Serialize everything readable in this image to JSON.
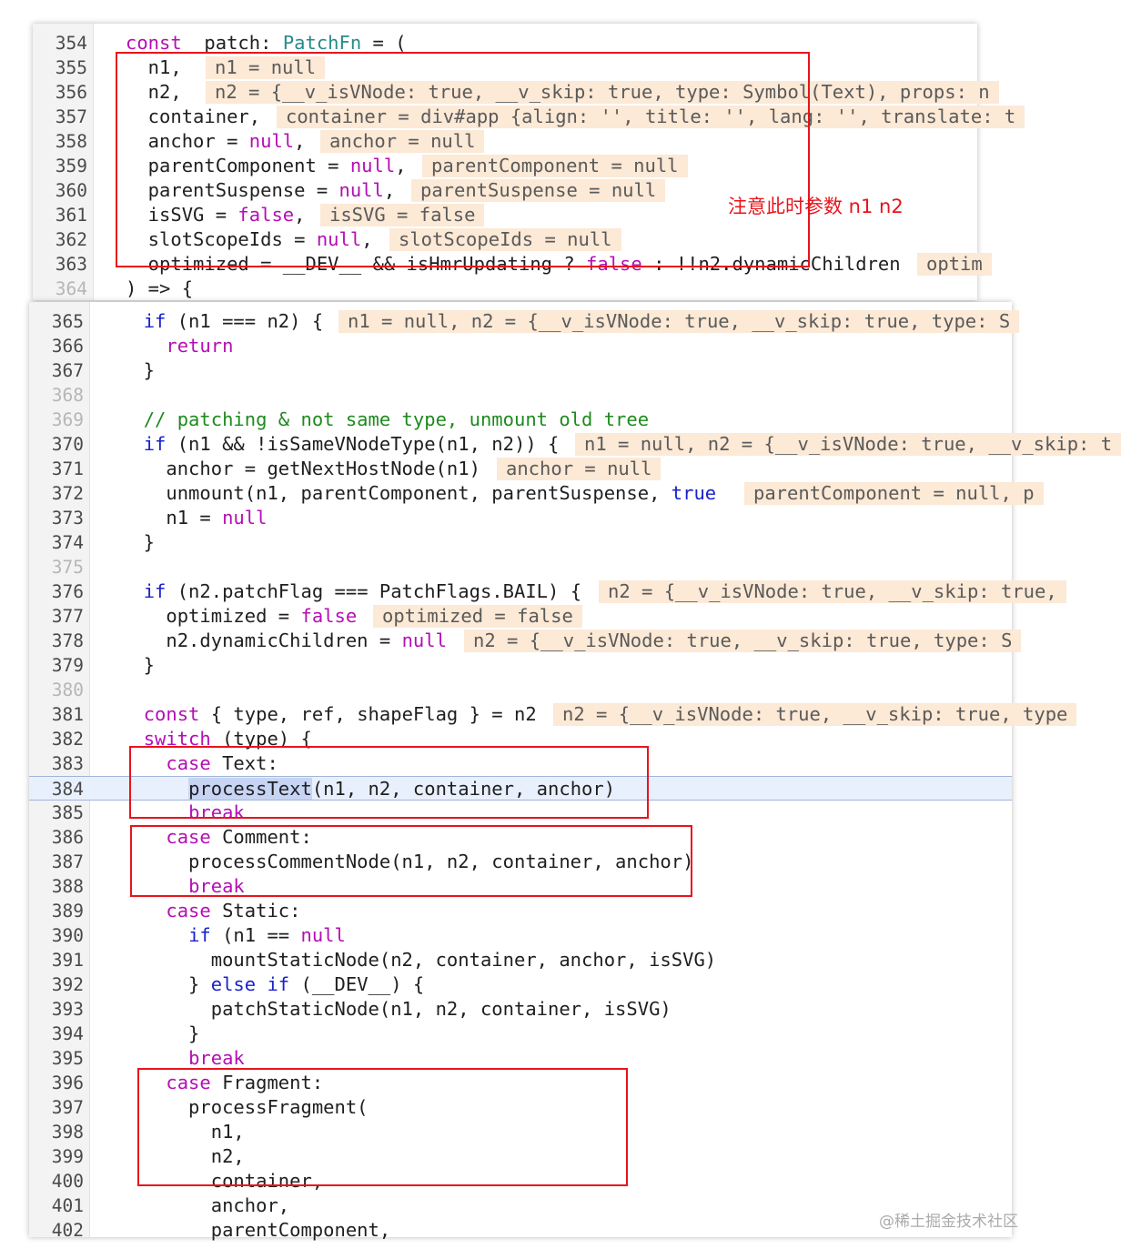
{
  "top_lines": [
    {
      "num": "354",
      "segs": [
        [
          "kw",
          "const"
        ],
        [
          "",
          "  patch: "
        ],
        [
          "ty",
          "PatchFn"
        ],
        [
          "",
          " = ("
        ]
      ]
    },
    {
      "num": "355",
      "segs": [
        [
          "",
          "  n1,"
        ]
      ],
      "hint": "n1 = null",
      "hx": 190
    },
    {
      "num": "356",
      "segs": [
        [
          "",
          "  n2,"
        ]
      ],
      "hint": "n2 = {__v_isVNode: true, __v_skip: true, type: Symbol(Text), props: n",
      "hx": 190
    },
    {
      "num": "357",
      "segs": [
        [
          "",
          "  container,"
        ]
      ],
      "hint": "container = div#app {align: '', title: '', lang: '', translate: t",
      "hx": 268
    },
    {
      "num": "358",
      "segs": [
        [
          "",
          "  anchor = "
        ],
        [
          "kw",
          "null"
        ],
        [
          "",
          ","
        ]
      ],
      "hint": "anchor = null",
      "hx": 316
    },
    {
      "num": "359",
      "segs": [
        [
          "",
          "  parentComponent = "
        ],
        [
          "kw",
          "null"
        ],
        [
          "",
          ","
        ]
      ],
      "hint": "parentComponent = null",
      "hx": 428
    },
    {
      "num": "360",
      "segs": [
        [
          "",
          "  parentSuspense = "
        ],
        [
          "kw",
          "null"
        ],
        [
          "",
          ","
        ]
      ],
      "hint": "parentSuspense = null",
      "hx": 416
    },
    {
      "num": "361",
      "segs": [
        [
          "",
          "  isSVG = "
        ],
        [
          "kw",
          "false"
        ],
        [
          "",
          ","
        ]
      ],
      "hint": "isSVG = false",
      "hx": 316
    },
    {
      "num": "362",
      "segs": [
        [
          "",
          "  slotScopeIds = "
        ],
        [
          "kw",
          "null"
        ],
        [
          "",
          ","
        ]
      ],
      "hint": "slotScopeIds = null",
      "hx": 392
    },
    {
      "num": "363",
      "segs": [
        [
          "",
          "  optimized = __DEV__ && isHmrUpdating ? "
        ],
        [
          "kw",
          "false"
        ],
        [
          "",
          " : !!n2.dynamicChildren"
        ]
      ],
      "hint": "optim",
      "hx": 972
    },
    {
      "num": "364",
      "dim": true,
      "segs": [
        [
          "",
          ") => {"
        ]
      ]
    }
  ],
  "bottom_lines": [
    {
      "num": "365",
      "segs": [
        [
          "",
          "  "
        ],
        [
          "kw2",
          "if"
        ],
        [
          "",
          " (n1 === n2) {"
        ]
      ],
      "hint": "n1 = null, n2 = {__v_isVNode: true, __v_skip: true, type: S",
      "hx": 340
    },
    {
      "num": "366",
      "segs": [
        [
          "",
          "    "
        ],
        [
          "kw",
          "return"
        ]
      ]
    },
    {
      "num": "367",
      "segs": [
        [
          "",
          "  }"
        ]
      ]
    },
    {
      "num": "368",
      "dim": true,
      "segs": []
    },
    {
      "num": "369",
      "dim": true,
      "segs": [
        [
          "",
          "  "
        ],
        [
          "cm",
          "// patching & not same type, unmount old tree"
        ]
      ]
    },
    {
      "num": "370",
      "segs": [
        [
          "",
          "  "
        ],
        [
          "kw2",
          "if"
        ],
        [
          "",
          " (n1 && !isSameVNodeType(n1, n2)) {"
        ]
      ],
      "hint": "n1 = null, n2 = {__v_isVNode: true, __v_skip: t",
      "hx": 600
    },
    {
      "num": "371",
      "segs": [
        [
          "",
          "    anchor = getNextHostNode(n1)"
        ]
      ],
      "hint": "anchor = null",
      "hx": 514
    },
    {
      "num": "372",
      "segs": [
        [
          "",
          "    unmount(n1, parentComponent, parentSuspense, "
        ],
        [
          "kw2",
          "true"
        ],
        [
          ")"
        ]
      ],
      "hint": "parentComponent = null, p",
      "hx": 786
    },
    {
      "num": "373",
      "segs": [
        [
          "",
          "    n1 = "
        ],
        [
          "kw",
          "null"
        ]
      ]
    },
    {
      "num": "374",
      "segs": [
        [
          "",
          "  }"
        ]
      ]
    },
    {
      "num": "375",
      "dim": true,
      "segs": []
    },
    {
      "num": "376",
      "segs": [
        [
          "",
          "  "
        ],
        [
          "kw2",
          "if"
        ],
        [
          "",
          " (n2.patchFlag === PatchFlags.BAIL) {"
        ]
      ],
      "hint": "n2 = {__v_isVNode: true, __v_skip: true,",
      "hx": 626
    },
    {
      "num": "377",
      "segs": [
        [
          "",
          "    optimized = "
        ],
        [
          "kw",
          "false"
        ]
      ],
      "hint": "optimized = false",
      "hx": 378
    },
    {
      "num": "378",
      "segs": [
        [
          "",
          "    n2.dynamicChildren = "
        ],
        [
          "kw",
          "null"
        ]
      ],
      "hint": "n2 = {__v_isVNode: true, __v_skip: true, type: S",
      "hx": 478
    },
    {
      "num": "379",
      "segs": [
        [
          "",
          "  }"
        ]
      ]
    },
    {
      "num": "380",
      "dim": true,
      "segs": []
    },
    {
      "num": "381",
      "segs": [
        [
          "",
          "  "
        ],
        [
          "kw",
          "const"
        ],
        [
          "",
          " { type, ref, shapeFlag } = n2"
        ]
      ],
      "hint": "n2 = {__v_isVNode: true, __v_skip: true, type",
      "hx": 576
    },
    {
      "num": "382",
      "segs": [
        [
          "",
          "  "
        ],
        [
          "kw",
          "switch"
        ],
        [
          "",
          " (type) {"
        ]
      ]
    },
    {
      "num": "383",
      "segs": [
        [
          "",
          "    "
        ],
        [
          "kw",
          "case"
        ],
        [
          "",
          " Text:"
        ]
      ]
    },
    {
      "num": "384",
      "hl": true,
      "segs": [
        [
          "",
          "      "
        ],
        [
          "sel",
          "processText"
        ],
        [
          "",
          "(n1, n2, container, anchor)"
        ]
      ]
    },
    {
      "num": "385",
      "segs": [
        [
          "",
          "      "
        ],
        [
          "kw",
          "break"
        ]
      ]
    },
    {
      "num": "386",
      "segs": [
        [
          "",
          "    "
        ],
        [
          "kw",
          "case"
        ],
        [
          "",
          " Comment:"
        ]
      ]
    },
    {
      "num": "387",
      "segs": [
        [
          "",
          "      processCommentNode(n1, n2, container, anchor)"
        ]
      ]
    },
    {
      "num": "388",
      "segs": [
        [
          "",
          "      "
        ],
        [
          "kw",
          "break"
        ]
      ]
    },
    {
      "num": "389",
      "segs": [
        [
          "",
          "    "
        ],
        [
          "kw",
          "case"
        ],
        [
          "",
          " Static:"
        ]
      ]
    },
    {
      "num": "390",
      "segs": [
        [
          "",
          "      "
        ],
        [
          "kw2",
          "if"
        ],
        [
          "",
          " (n1 == "
        ],
        [
          "kw",
          "null"
        ],
        [
          ") {"
        ]
      ]
    },
    {
      "num": "391",
      "segs": [
        [
          "",
          "        mountStaticNode(n2, container, anchor, isSVG)"
        ]
      ]
    },
    {
      "num": "392",
      "segs": [
        [
          "",
          "      } "
        ],
        [
          "kw2",
          "else if"
        ],
        [
          "",
          " (__DEV__) {"
        ]
      ]
    },
    {
      "num": "393",
      "segs": [
        [
          "",
          "        patchStaticNode(n1, n2, container, isSVG)"
        ]
      ]
    },
    {
      "num": "394",
      "segs": [
        [
          "",
          "      }"
        ]
      ]
    },
    {
      "num": "395",
      "segs": [
        [
          "",
          "      "
        ],
        [
          "kw",
          "break"
        ]
      ]
    },
    {
      "num": "396",
      "segs": [
        [
          "",
          "    "
        ],
        [
          "kw",
          "case"
        ],
        [
          "",
          " Fragment:"
        ]
      ]
    },
    {
      "num": "397",
      "segs": [
        [
          "",
          "      processFragment("
        ]
      ]
    },
    {
      "num": "398",
      "segs": [
        [
          "",
          "        n1,"
        ]
      ]
    },
    {
      "num": "399",
      "segs": [
        [
          "",
          "        n2,"
        ]
      ]
    },
    {
      "num": "400",
      "segs": [
        [
          "",
          "        container,"
        ]
      ]
    },
    {
      "num": "401",
      "segs": [
        [
          "",
          "        anchor,"
        ]
      ]
    },
    {
      "num": "402",
      "segs": [
        [
          "",
          "        parentComponent,"
        ]
      ]
    }
  ],
  "annotation": "注意此时参数 n1 n2",
  "watermark": "@稀土掘金技术社区",
  "colors": {
    "keyword": "#b40fb4",
    "keyword_alt": "#1a22cc",
    "type": "#268b8b",
    "comment": "#1e8a1e",
    "hint_bg": "#fce9d6",
    "annotation_red": "#e8141b",
    "selection": "#c7d4f4"
  }
}
